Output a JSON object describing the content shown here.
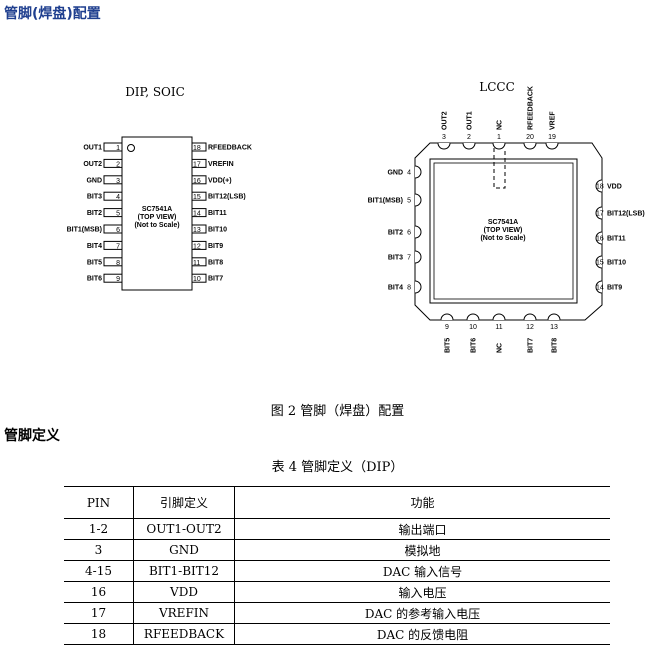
{
  "heading": "管脚(焊盘)配置",
  "dip": {
    "title": "DIP, SOIC",
    "chip": [
      "SC7541A",
      "(TOP VIEW)",
      "(Not to Scale)"
    ],
    "left": [
      [
        "OUT1",
        "1"
      ],
      [
        "OUT2",
        "2"
      ],
      [
        "GND",
        "3"
      ],
      [
        "BIT3",
        "4"
      ],
      [
        "BIT2",
        "5"
      ],
      [
        "BIT1(MSB)",
        "6"
      ],
      [
        "BIT4",
        "7"
      ],
      [
        "BIT5",
        "8"
      ],
      [
        "BIT6",
        "9"
      ]
    ],
    "right": [
      [
        "18",
        "RFEEDBACK"
      ],
      [
        "17",
        "VREFIN"
      ],
      [
        "16",
        "VDD(+)"
      ],
      [
        "15",
        "BIT12(LSB)"
      ],
      [
        "14",
        "BIT11"
      ],
      [
        "13",
        "BIT10"
      ],
      [
        "12",
        "BIT9"
      ],
      [
        "11",
        "BIT8"
      ],
      [
        "10",
        "BIT7"
      ]
    ]
  },
  "lccc": {
    "title": "LCCC",
    "chip": [
      "SC7541A",
      "(TOP VIEW)",
      "(Not to Scale)"
    ],
    "top": [
      [
        "OUT2",
        "3"
      ],
      [
        "OUT1",
        "2"
      ],
      [
        "NC",
        "1"
      ],
      [
        "RFEEDBACK",
        "20"
      ],
      [
        "VREF",
        "19"
      ]
    ],
    "left": [
      [
        "GND",
        "4"
      ],
      [
        "BIT1(MSB)",
        "5"
      ],
      [
        "BIT2",
        "6"
      ],
      [
        "BIT3",
        "7"
      ],
      [
        "BIT4",
        "8"
      ]
    ],
    "right": [
      [
        "18",
        "VDD"
      ],
      [
        "17",
        "BIT12(LSB)"
      ],
      [
        "16",
        "BIT11"
      ],
      [
        "15",
        "BIT10"
      ],
      [
        "14",
        "BIT9"
      ]
    ],
    "bottom": [
      [
        "9",
        "BIT5"
      ],
      [
        "10",
        "BIT6"
      ],
      [
        "11",
        "NC"
      ],
      [
        "12",
        "BIT7"
      ],
      [
        "13",
        "BIT8"
      ]
    ]
  },
  "figure_caption": "图 2 管脚（焊盘）配置",
  "section": "管脚定义",
  "table_caption": "表 4 管脚定义（DIP）",
  "table": {
    "headers": [
      "PIN",
      "引脚定义",
      "功能"
    ],
    "rows": [
      [
        "1-2",
        "OUT1-OUT2",
        "输出端口"
      ],
      [
        "3",
        "GND",
        "模拟地"
      ],
      [
        "4-15",
        "BIT1-BIT12",
        "DAC 输入信号"
      ],
      [
        "16",
        "VDD",
        "输入电压"
      ],
      [
        "17",
        "VREFIN",
        "DAC 的参考输入电压"
      ],
      [
        "18",
        "RFEEDBACK",
        "DAC 的反馈电阻"
      ]
    ]
  }
}
